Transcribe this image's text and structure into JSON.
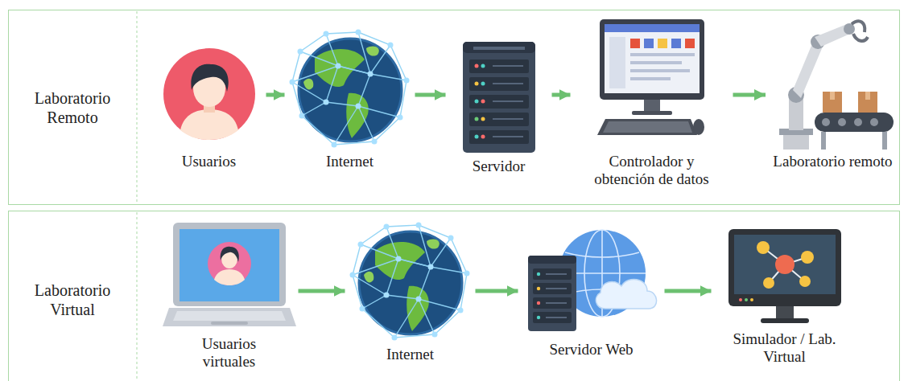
{
  "diagram": {
    "nodes": [
      {
        "text": [
          "Laboratorio Remoto"
        ]
      },
      {
        "text": [
          "Usuarios"
        ],
        "in": 0
      },
      {
        "text": [
          "Internet"
        ],
        "in": 0
      },
      {
        "text": [
          "Servidor"
        ],
        "in": 0
      },
      {
        "text": [
          "Controlador y obtención de datos"
        ],
        "in": 0
      },
      {
        "text": [
          "Laboratorio remoto"
        ],
        "in": 0
      },
      {
        "text": [
          "Laboratorio Virtual"
        ]
      },
      {
        "text": [
          "Usuarios virtuales"
        ],
        "in": 6
      },
      {
        "text": [
          "Internet"
        ],
        "in": 6
      },
      {
        "text": [
          "Servidor Web"
        ],
        "in": 6
      },
      {
        "text": [
          "Simulador / Lab. Virtual"
        ],
        "in": 6
      }
    ],
    "edges": [
      {
        "from": 1,
        "to": 2,
        "arrow": "to"
      },
      {
        "from": 2,
        "to": 3,
        "arrow": "to"
      },
      {
        "from": 3,
        "to": 4,
        "arrow": "to"
      },
      {
        "from": 4,
        "to": 5,
        "arrow": "to"
      },
      {
        "from": 7,
        "to": 8,
        "arrow": "to"
      },
      {
        "from": 8,
        "to": 9,
        "arrow": "to"
      },
      {
        "from": 9,
        "to": 10,
        "arrow": "to"
      }
    ]
  }
}
